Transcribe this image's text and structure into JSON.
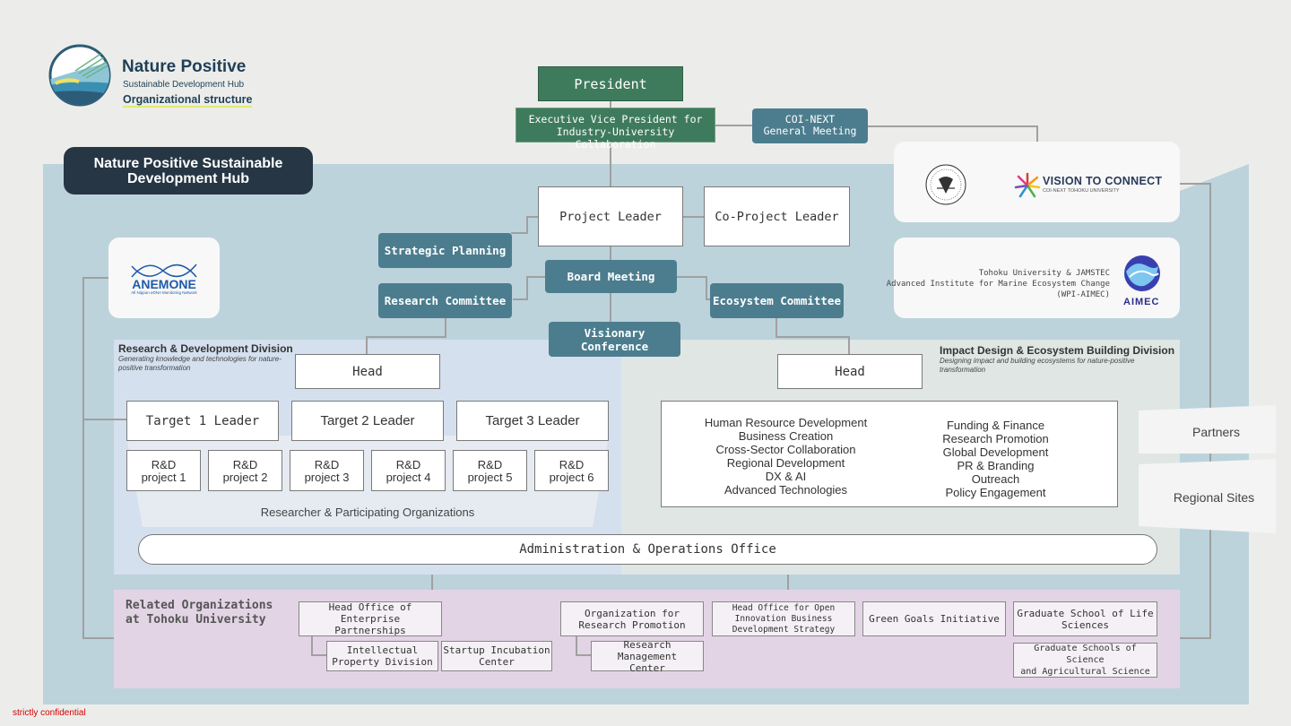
{
  "logo": {
    "title": "Nature Positive",
    "subtitle": "Sustainable Development Hub",
    "tagline": "Organizational structure"
  },
  "hub_badge": "Nature Positive Sustainable Development Hub",
  "top": {
    "president": "President",
    "evp_line1": "Executive Vice President for",
    "evp_line2": "Industry-University Collaboration",
    "coi_line1": "COI-NEXT",
    "coi_line2": "General Meeting"
  },
  "partners_logos": {
    "vision_main": "VISION TO CONNECT",
    "vision_sub": "COI-NEXT TOHOKU UNIVERSITY",
    "wpi_line1": "Tohoku University & JAMSTEC",
    "wpi_line2": "Advanced Institute for Marine Ecosystem Change",
    "wpi_line3": "(WPI-AIMEC)",
    "aimec": "AIMEC",
    "anemone": "ANEMONE",
    "anemone_sub": "All Nippon eDNA Monitoring Network"
  },
  "leadership": {
    "project_leader": "Project Leader",
    "co_project_leader": "Co-Project Leader",
    "strategic_planning": "Strategic Planning",
    "board_meeting": "Board Meeting",
    "research_committee": "Research Committee",
    "ecosystem_committee": "Ecosystem Committee",
    "visionary_conference": "Visionary Conference"
  },
  "rd_division": {
    "title": "Research & Development Division",
    "subtitle": "Generating knowledge and technologies for nature-positive transformation",
    "head": "Head",
    "targets": [
      "Target 1 Leader",
      "Target 2 Leader",
      "Target 3 Leader"
    ],
    "projects": [
      {
        "line1": "R&D",
        "line2": "project 1"
      },
      {
        "line1": "R&D",
        "line2": "project 2"
      },
      {
        "line1": "R&D",
        "line2": "project 3"
      },
      {
        "line1": "R&D",
        "line2": "project 4"
      },
      {
        "line1": "R&D",
        "line2": "project 5"
      },
      {
        "line1": "R&D",
        "line2": "project 6"
      }
    ],
    "researchers": "Researcher & Participating Organizations"
  },
  "id_division": {
    "title": "Impact Design & Ecosystem Building Division",
    "subtitle": "Designing impact and building ecosystems for nature-positive transformation",
    "head": "Head",
    "left_items": [
      "Human Resource Development",
      "Business Creation",
      "Cross-Sector Collaboration",
      "Regional Development",
      "DX & AI",
      "Advanced Technologies"
    ],
    "right_items": [
      "Funding & Finance",
      "Research Promotion",
      "Global Development",
      "PR & Branding",
      "Outreach",
      "Policy Engagement"
    ]
  },
  "admin_office": "Administration & Operations Office",
  "side": {
    "partners": "Partners",
    "regional_sites": "Regional Sites"
  },
  "related": {
    "title_line1": "Related Organizations",
    "title_line2": "at Tohoku University",
    "head_office_enterprise": [
      "Head Office of Enterprise",
      "Partnerships"
    ],
    "ip_division": [
      "Intellectual",
      "Property Division"
    ],
    "startup": [
      "Startup Incubation",
      "Center"
    ],
    "research_promotion": [
      "Organization for",
      "Research Promotion"
    ],
    "research_mgmt": [
      "Research Management",
      "Center"
    ],
    "open_innovation": [
      "Head Office for Open",
      "Innovation Business",
      "Development Strategy"
    ],
    "green_goals": "Green Goals Initiative",
    "life_sciences": [
      "Graduate School of Life",
      "Sciences"
    ],
    "science_agri": [
      "Graduate Schools of Science",
      "and Agricultural Science"
    ]
  },
  "footer": "strictly confidential",
  "colors": {
    "background": "#ecedea",
    "main_panel": "#bcd3dc",
    "green": "#3e7b5c",
    "teal": "#4c7d8e",
    "dark_badge": "#263645",
    "related_panel": "#e2d4e5",
    "confidential": "#d40000"
  }
}
